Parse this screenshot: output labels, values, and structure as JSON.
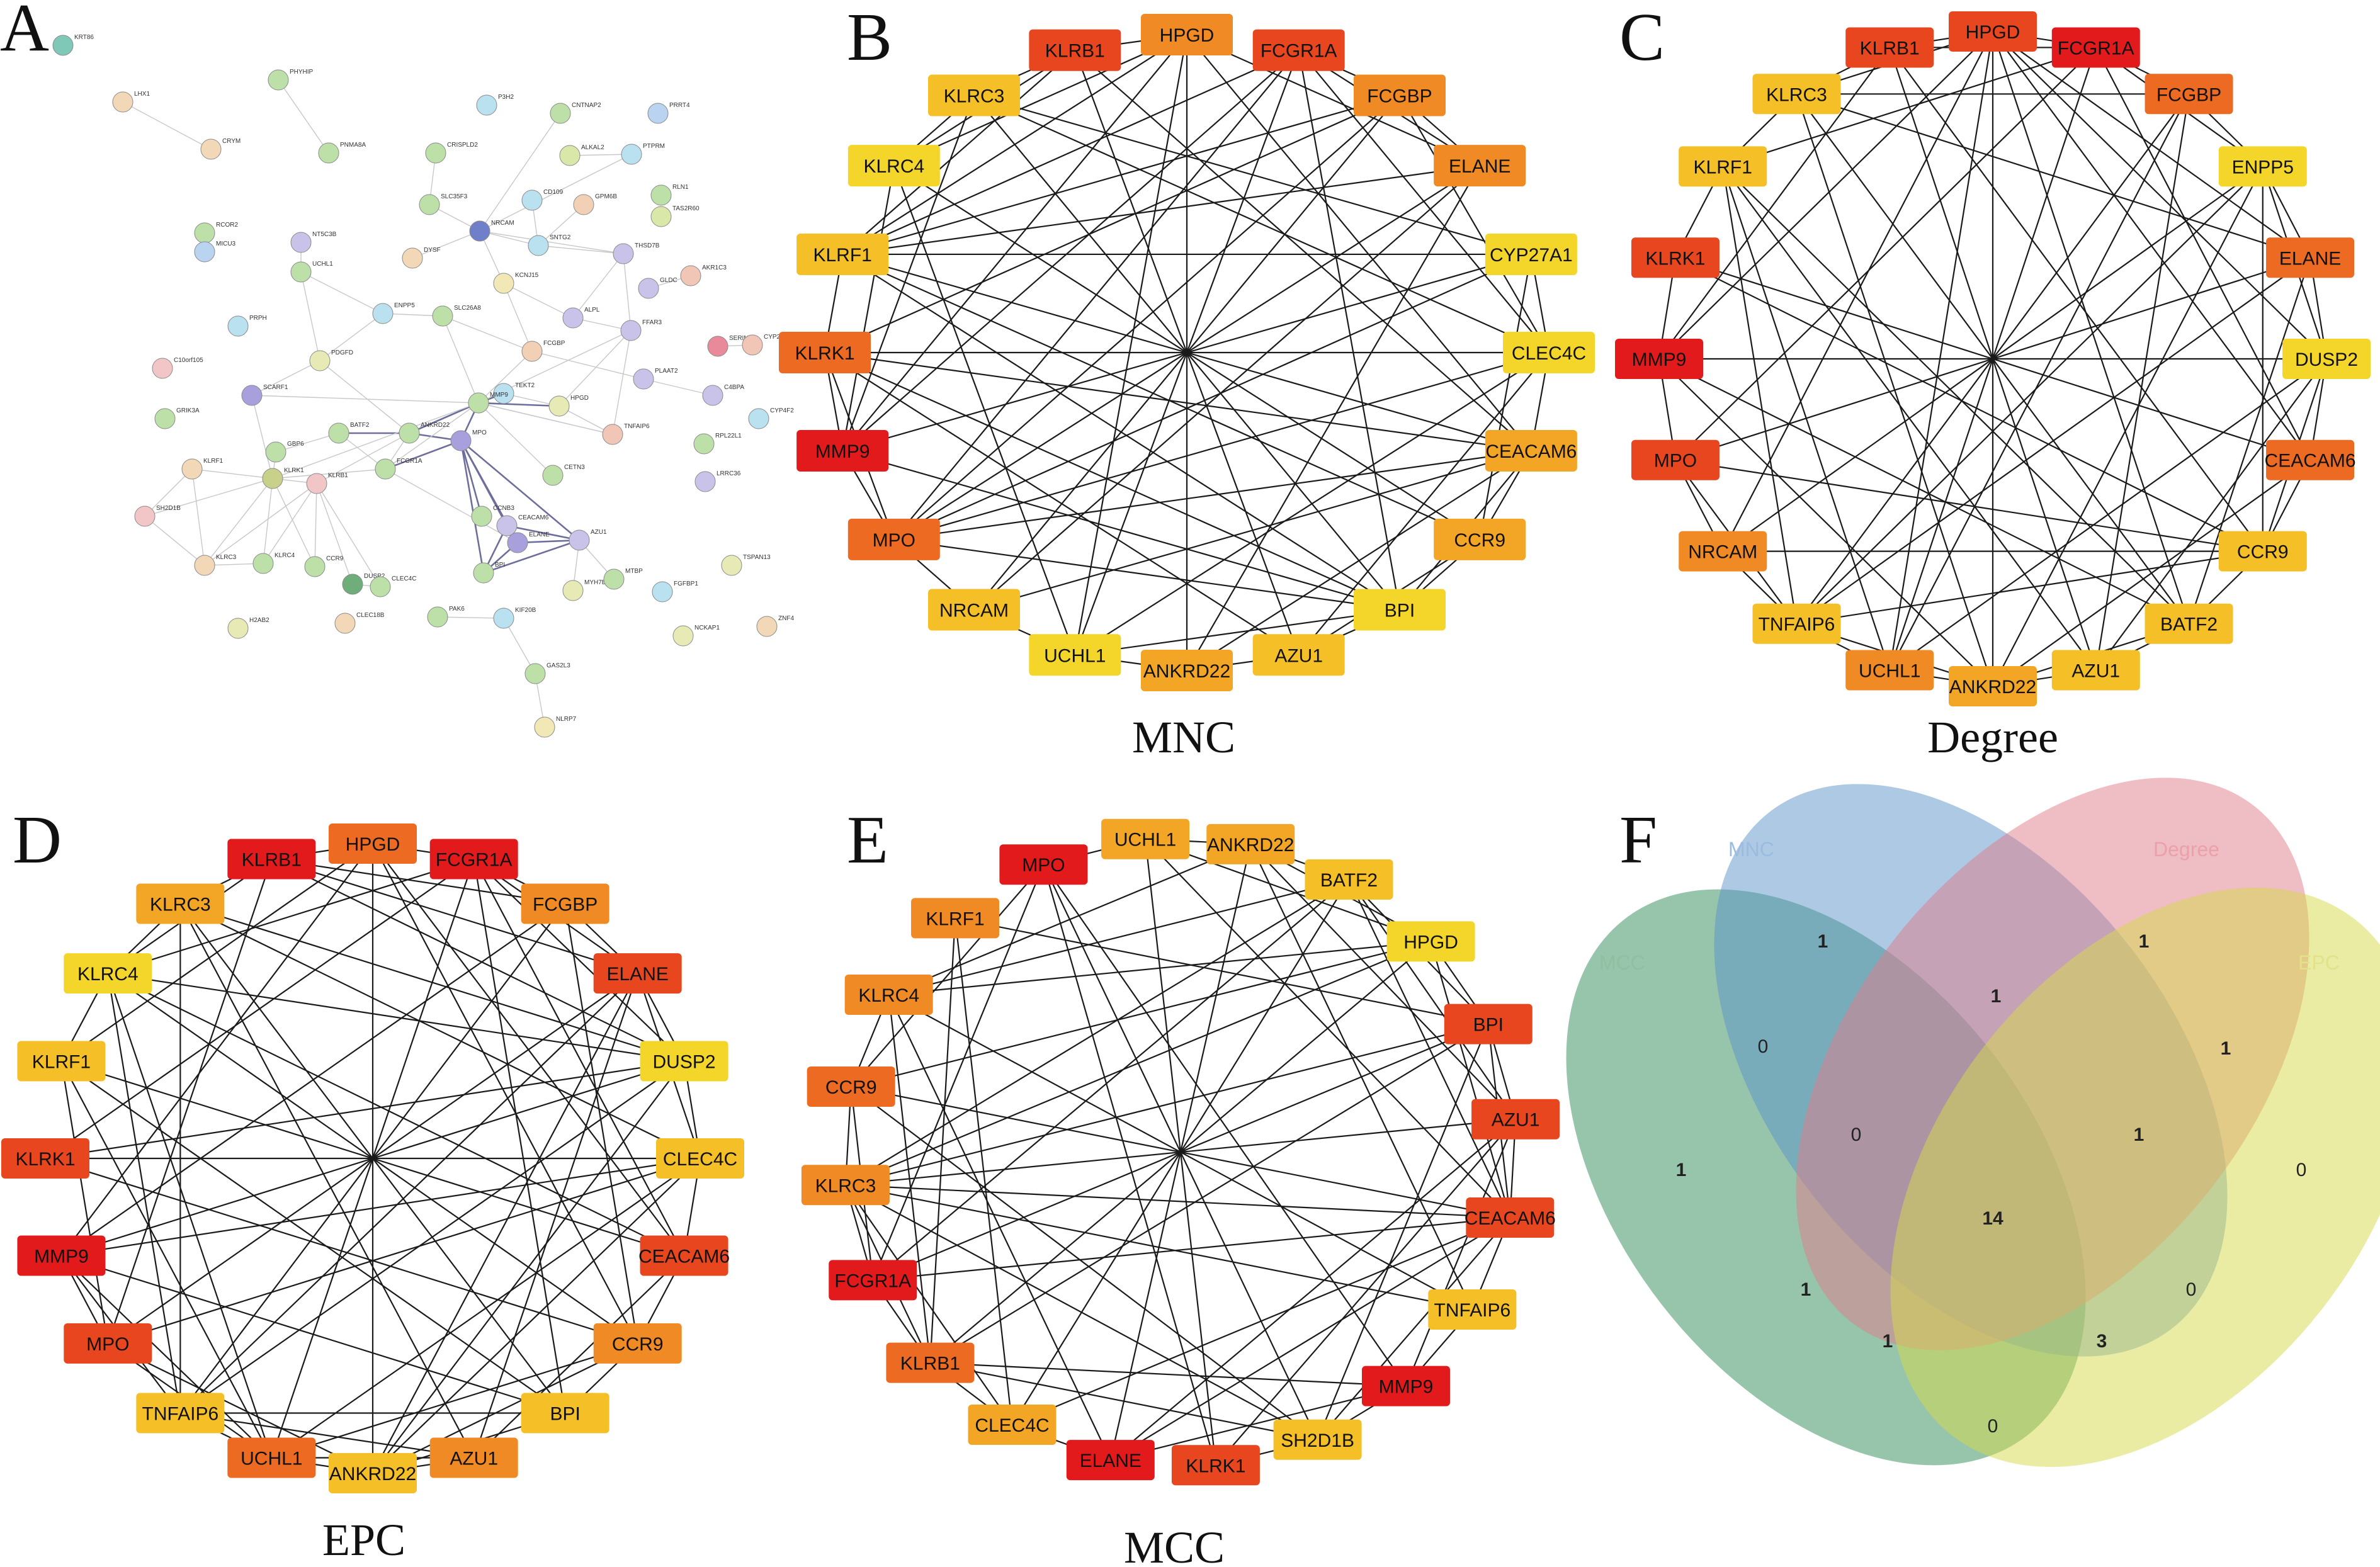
{
  "panel_letters": {
    "A": "A",
    "B": "B",
    "C": "C",
    "D": "D",
    "E": "E",
    "F": "F"
  },
  "palette": {
    "red": "#e31a1c",
    "red_orange": "#e8461f",
    "orange_dark": "#ec6a22",
    "orange": "#f08a24",
    "orange_light": "#f3a526",
    "amber": "#f5bf27",
    "yellow": "#f4d62a"
  },
  "string_network": {
    "nodes": [
      {
        "id": "KRT86",
        "c": "#7fc7b7"
      },
      {
        "id": "LHX1",
        "c": "#f2d8b6"
      },
      {
        "id": "PHYHIP",
        "c": "#bde0a8"
      },
      {
        "id": "CRYM",
        "c": "#f2d8b6"
      },
      {
        "id": "PNMA8A",
        "c": "#bde0a8"
      },
      {
        "id": "P3H2",
        "c": "#b9e1f0"
      },
      {
        "id": "CNTNAP2",
        "c": "#bde0a8"
      },
      {
        "id": "PRRT4",
        "c": "#b9d3f0"
      },
      {
        "id": "ALKAL2",
        "c": "#d9e8a8"
      },
      {
        "id": "PTPRM",
        "c": "#b9e1f0"
      },
      {
        "id": "RLN1",
        "c": "#bde0a8"
      },
      {
        "id": "CRISPLD2",
        "c": "#bde0a8"
      },
      {
        "id": "CD109",
        "c": "#b9e1f0"
      },
      {
        "id": "GPM6B",
        "c": "#f2d0b6"
      },
      {
        "id": "TAS2R60",
        "c": "#d9e8a8"
      },
      {
        "id": "SLC35F3",
        "c": "#bde0a8"
      },
      {
        "id": "NRCAM",
        "c": "#6f7fc9"
      },
      {
        "id": "SNTG2",
        "c": "#b9e1f0"
      },
      {
        "id": "THSD7B",
        "c": "#c9c3ea"
      },
      {
        "id": "RCOR2",
        "c": "#bde0a8"
      },
      {
        "id": "MICU3",
        "c": "#b9d3f0"
      },
      {
        "id": "NT5C3B",
        "c": "#c9c3ea"
      },
      {
        "id": "DYSF",
        "c": "#f2d8b6"
      },
      {
        "id": "KCNJ15",
        "c": "#f2e8b6"
      },
      {
        "id": "AKR1C3",
        "c": "#f2c6b6"
      },
      {
        "id": "UCHL1",
        "c": "#bde0a8"
      },
      {
        "id": "GLDC",
        "c": "#c9c3ea"
      },
      {
        "id": "PRPH",
        "c": "#b9e1f0"
      },
      {
        "id": "ENPP5",
        "c": "#b9e1f0"
      },
      {
        "id": "SLC26A8",
        "c": "#bde0a8"
      },
      {
        "id": "ALPL",
        "c": "#c9c3ea"
      },
      {
        "id": "FFAR3",
        "c": "#c9c3ea"
      },
      {
        "id": "SERINC2",
        "c": "#e98a9a"
      },
      {
        "id": "CYP27A1",
        "c": "#f2c6b6"
      },
      {
        "id": "FCGBP",
        "c": "#f2d0b6"
      },
      {
        "id": "C10orf105",
        "c": "#f2c6c6"
      },
      {
        "id": "PDGFD",
        "c": "#e8eab6"
      },
      {
        "id": "PLAAT2",
        "c": "#c9c3ea"
      },
      {
        "id": "C4BPA",
        "c": "#c9c3ea"
      },
      {
        "id": "CYP4F2",
        "c": "#b9e1f0"
      },
      {
        "id": "SCARF1",
        "c": "#a8a0dd"
      },
      {
        "id": "TEKT2",
        "c": "#b9e1f0"
      },
      {
        "id": "HPGD",
        "c": "#e8eab6"
      },
      {
        "id": "GRIK3A",
        "c": "#bde0a8"
      },
      {
        "id": "BATF2",
        "c": "#bde0a8"
      },
      {
        "id": "ANKRD22",
        "c": "#bde0a8"
      },
      {
        "id": "MMP9",
        "c": "#bde0a8"
      },
      {
        "id": "TNFAIP6",
        "c": "#f2c6b6"
      },
      {
        "id": "RPL22L1",
        "c": "#bde0a8"
      },
      {
        "id": "GBP6",
        "c": "#bde0a8"
      },
      {
        "id": "MPO",
        "c": "#a8a0dd"
      },
      {
        "id": "KLRF1",
        "c": "#f2d8b6"
      },
      {
        "id": "KLRK1",
        "c": "#c8d08a"
      },
      {
        "id": "KLRB1",
        "c": "#f2c6c6"
      },
      {
        "id": "FCGR1A",
        "c": "#bde0a8"
      },
      {
        "id": "CETN3",
        "c": "#bde0a8"
      },
      {
        "id": "LRRC36",
        "c": "#c9c3ea"
      },
      {
        "id": "SH2D1B",
        "c": "#f2c6c6"
      },
      {
        "id": "CCNB3",
        "c": "#bde0a8"
      },
      {
        "id": "CEACAM6",
        "c": "#c9c3ea"
      },
      {
        "id": "KLRC3",
        "c": "#f2d8b6"
      },
      {
        "id": "KLRC4",
        "c": "#bde0a8"
      },
      {
        "id": "CCR9",
        "c": "#bde0a8"
      },
      {
        "id": "ELANE",
        "c": "#a8a0dd"
      },
      {
        "id": "AZU1",
        "c": "#c9c3ea"
      },
      {
        "id": "DUSP2",
        "c": "#6fae7a"
      },
      {
        "id": "CLEC4C",
        "c": "#bde0a8"
      },
      {
        "id": "BPI",
        "c": "#bde0a8"
      },
      {
        "id": "TSPAN13",
        "c": "#e8eab6"
      },
      {
        "id": "MYH7B",
        "c": "#e8eab6"
      },
      {
        "id": "MTBP",
        "c": "#bde0a8"
      },
      {
        "id": "FGFBP1",
        "c": "#b9e1f0"
      },
      {
        "id": "H2AB2",
        "c": "#e8eab6"
      },
      {
        "id": "CLEC18B",
        "c": "#f2d8b6"
      },
      {
        "id": "PAK6",
        "c": "#bde0a8"
      },
      {
        "id": "KIF20B",
        "c": "#b9e1f0"
      },
      {
        "id": "NCKAP1",
        "c": "#e8eab6"
      },
      {
        "id": "ZNF4",
        "c": "#f2d8b6"
      },
      {
        "id": "GAS2L3",
        "c": "#bde0a8"
      },
      {
        "id": "NLRP7",
        "c": "#f2e8b6"
      }
    ]
  },
  "networks": [
    {
      "key": "B",
      "caption": "MNC",
      "nodes": [
        {
          "label": "HPGD",
          "level": "orange"
        },
        {
          "label": "FCGR1A",
          "level": "red_orange"
        },
        {
          "label": "FCGBP",
          "level": "orange"
        },
        {
          "label": "ELANE",
          "level": "orange"
        },
        {
          "label": "CYP27A1",
          "level": "yellow"
        },
        {
          "label": "CLEC4C",
          "level": "yellow"
        },
        {
          "label": "CEACAM6",
          "level": "orange_light"
        },
        {
          "label": "CCR9",
          "level": "orange_light"
        },
        {
          "label": "BPI",
          "level": "yellow"
        },
        {
          "label": "AZU1",
          "level": "amber"
        },
        {
          "label": "ANKRD22",
          "level": "orange_light"
        },
        {
          "label": "UCHL1",
          "level": "yellow"
        },
        {
          "label": "NRCAM",
          "level": "amber"
        },
        {
          "label": "MPO",
          "level": "orange_dark"
        },
        {
          "label": "MMP9",
          "level": "red"
        },
        {
          "label": "KLRK1",
          "level": "orange_dark"
        },
        {
          "label": "KLRF1",
          "level": "amber"
        },
        {
          "label": "KLRC4",
          "level": "yellow"
        },
        {
          "label": "KLRC3",
          "level": "amber"
        },
        {
          "label": "KLRB1",
          "level": "red_orange"
        }
      ]
    },
    {
      "key": "C",
      "caption": "Degree",
      "nodes": [
        {
          "label": "HPGD",
          "level": "red_orange"
        },
        {
          "label": "FCGR1A",
          "level": "red"
        },
        {
          "label": "FCGBP",
          "level": "orange_dark"
        },
        {
          "label": "ENPP5",
          "level": "yellow"
        },
        {
          "label": "ELANE",
          "level": "orange_dark"
        },
        {
          "label": "DUSP2",
          "level": "yellow"
        },
        {
          "label": "CEACAM6",
          "level": "orange_dark"
        },
        {
          "label": "CCR9",
          "level": "amber"
        },
        {
          "label": "BATF2",
          "level": "amber"
        },
        {
          "label": "AZU1",
          "level": "amber"
        },
        {
          "label": "ANKRD22",
          "level": "orange_light"
        },
        {
          "label": "UCHL1",
          "level": "orange"
        },
        {
          "label": "TNFAIP6",
          "level": "amber"
        },
        {
          "label": "NRCAM",
          "level": "orange"
        },
        {
          "label": "MPO",
          "level": "red_orange"
        },
        {
          "label": "MMP9",
          "level": "red"
        },
        {
          "label": "KLRK1",
          "level": "red_orange"
        },
        {
          "label": "KLRF1",
          "level": "amber"
        },
        {
          "label": "KLRC3",
          "level": "amber"
        },
        {
          "label": "KLRB1",
          "level": "red_orange"
        }
      ]
    },
    {
      "key": "D",
      "caption": "EPC",
      "nodes": [
        {
          "label": "HPGD",
          "level": "orange_dark"
        },
        {
          "label": "FCGR1A",
          "level": "red"
        },
        {
          "label": "FCGBP",
          "level": "orange"
        },
        {
          "label": "ELANE",
          "level": "red_orange"
        },
        {
          "label": "DUSP2",
          "level": "yellow"
        },
        {
          "label": "CLEC4C",
          "level": "amber"
        },
        {
          "label": "CEACAM6",
          "level": "red_orange"
        },
        {
          "label": "CCR9",
          "level": "orange"
        },
        {
          "label": "BPI",
          "level": "amber"
        },
        {
          "label": "AZU1",
          "level": "orange"
        },
        {
          "label": "ANKRD22",
          "level": "amber"
        },
        {
          "label": "UCHL1",
          "level": "orange_dark"
        },
        {
          "label": "TNFAIP6",
          "level": "amber"
        },
        {
          "label": "MPO",
          "level": "red_orange"
        },
        {
          "label": "MMP9",
          "level": "red"
        },
        {
          "label": "KLRK1",
          "level": "red_orange"
        },
        {
          "label": "KLRF1",
          "level": "amber"
        },
        {
          "label": "KLRC4",
          "level": "yellow"
        },
        {
          "label": "KLRC3",
          "level": "orange_light"
        },
        {
          "label": "KLRB1",
          "level": "red"
        }
      ]
    },
    {
      "key": "E",
      "caption": "MCC",
      "nodes": [
        {
          "label": "UCHL1",
          "level": "orange_light"
        },
        {
          "label": "ANKRD22",
          "level": "orange_light"
        },
        {
          "label": "BATF2",
          "level": "amber"
        },
        {
          "label": "HPGD",
          "level": "yellow"
        },
        {
          "label": "BPI",
          "level": "red_orange"
        },
        {
          "label": "AZU1",
          "level": "red_orange"
        },
        {
          "label": "CEACAM6",
          "level": "red_orange"
        },
        {
          "label": "TNFAIP6",
          "level": "amber"
        },
        {
          "label": "MMP9",
          "level": "red"
        },
        {
          "label": "SH2D1B",
          "level": "amber"
        },
        {
          "label": "KLRK1",
          "level": "red_orange"
        },
        {
          "label": "ELANE",
          "level": "red"
        },
        {
          "label": "CLEC4C",
          "level": "orange_light"
        },
        {
          "label": "KLRB1",
          "level": "orange_dark"
        },
        {
          "label": "FCGR1A",
          "level": "red"
        },
        {
          "label": "KLRC3",
          "level": "orange"
        },
        {
          "label": "CCR9",
          "level": "orange_dark"
        },
        {
          "label": "KLRC4",
          "level": "orange"
        },
        {
          "label": "KLRF1",
          "level": "orange"
        },
        {
          "label": "MPO",
          "level": "red"
        }
      ]
    }
  ],
  "venn": {
    "sets": [
      {
        "name": "MNC",
        "color": "#5b93c9"
      },
      {
        "name": "Degree",
        "color": "#e07b8a"
      },
      {
        "name": "EPC",
        "color": "#d6d94a"
      },
      {
        "name": "MCC",
        "color": "#2e8b5a"
      }
    ],
    "regions": [
      {
        "id": "mnc_only",
        "value": "1"
      },
      {
        "id": "degree_only",
        "value": "1"
      },
      {
        "id": "mnc_degree",
        "value": "1"
      },
      {
        "id": "degree_epc",
        "value": "1"
      },
      {
        "id": "mcc_mnc",
        "value": "0"
      },
      {
        "id": "mnc_degree_mcc",
        "value": "0"
      },
      {
        "id": "mnc_degree_epc",
        "value": "1"
      },
      {
        "id": "mcc_only",
        "value": "1"
      },
      {
        "id": "all",
        "value": "14"
      },
      {
        "id": "epc_only",
        "value": "0"
      },
      {
        "id": "mcc_degree",
        "value": "1"
      },
      {
        "id": "degree_epc_mcc",
        "value": "0"
      },
      {
        "id": "mcc_epc_degree_2",
        "value": "1"
      },
      {
        "id": "mnc_epc_mcc",
        "value": "3"
      },
      {
        "id": "mcc_epc",
        "value": "0"
      }
    ]
  }
}
